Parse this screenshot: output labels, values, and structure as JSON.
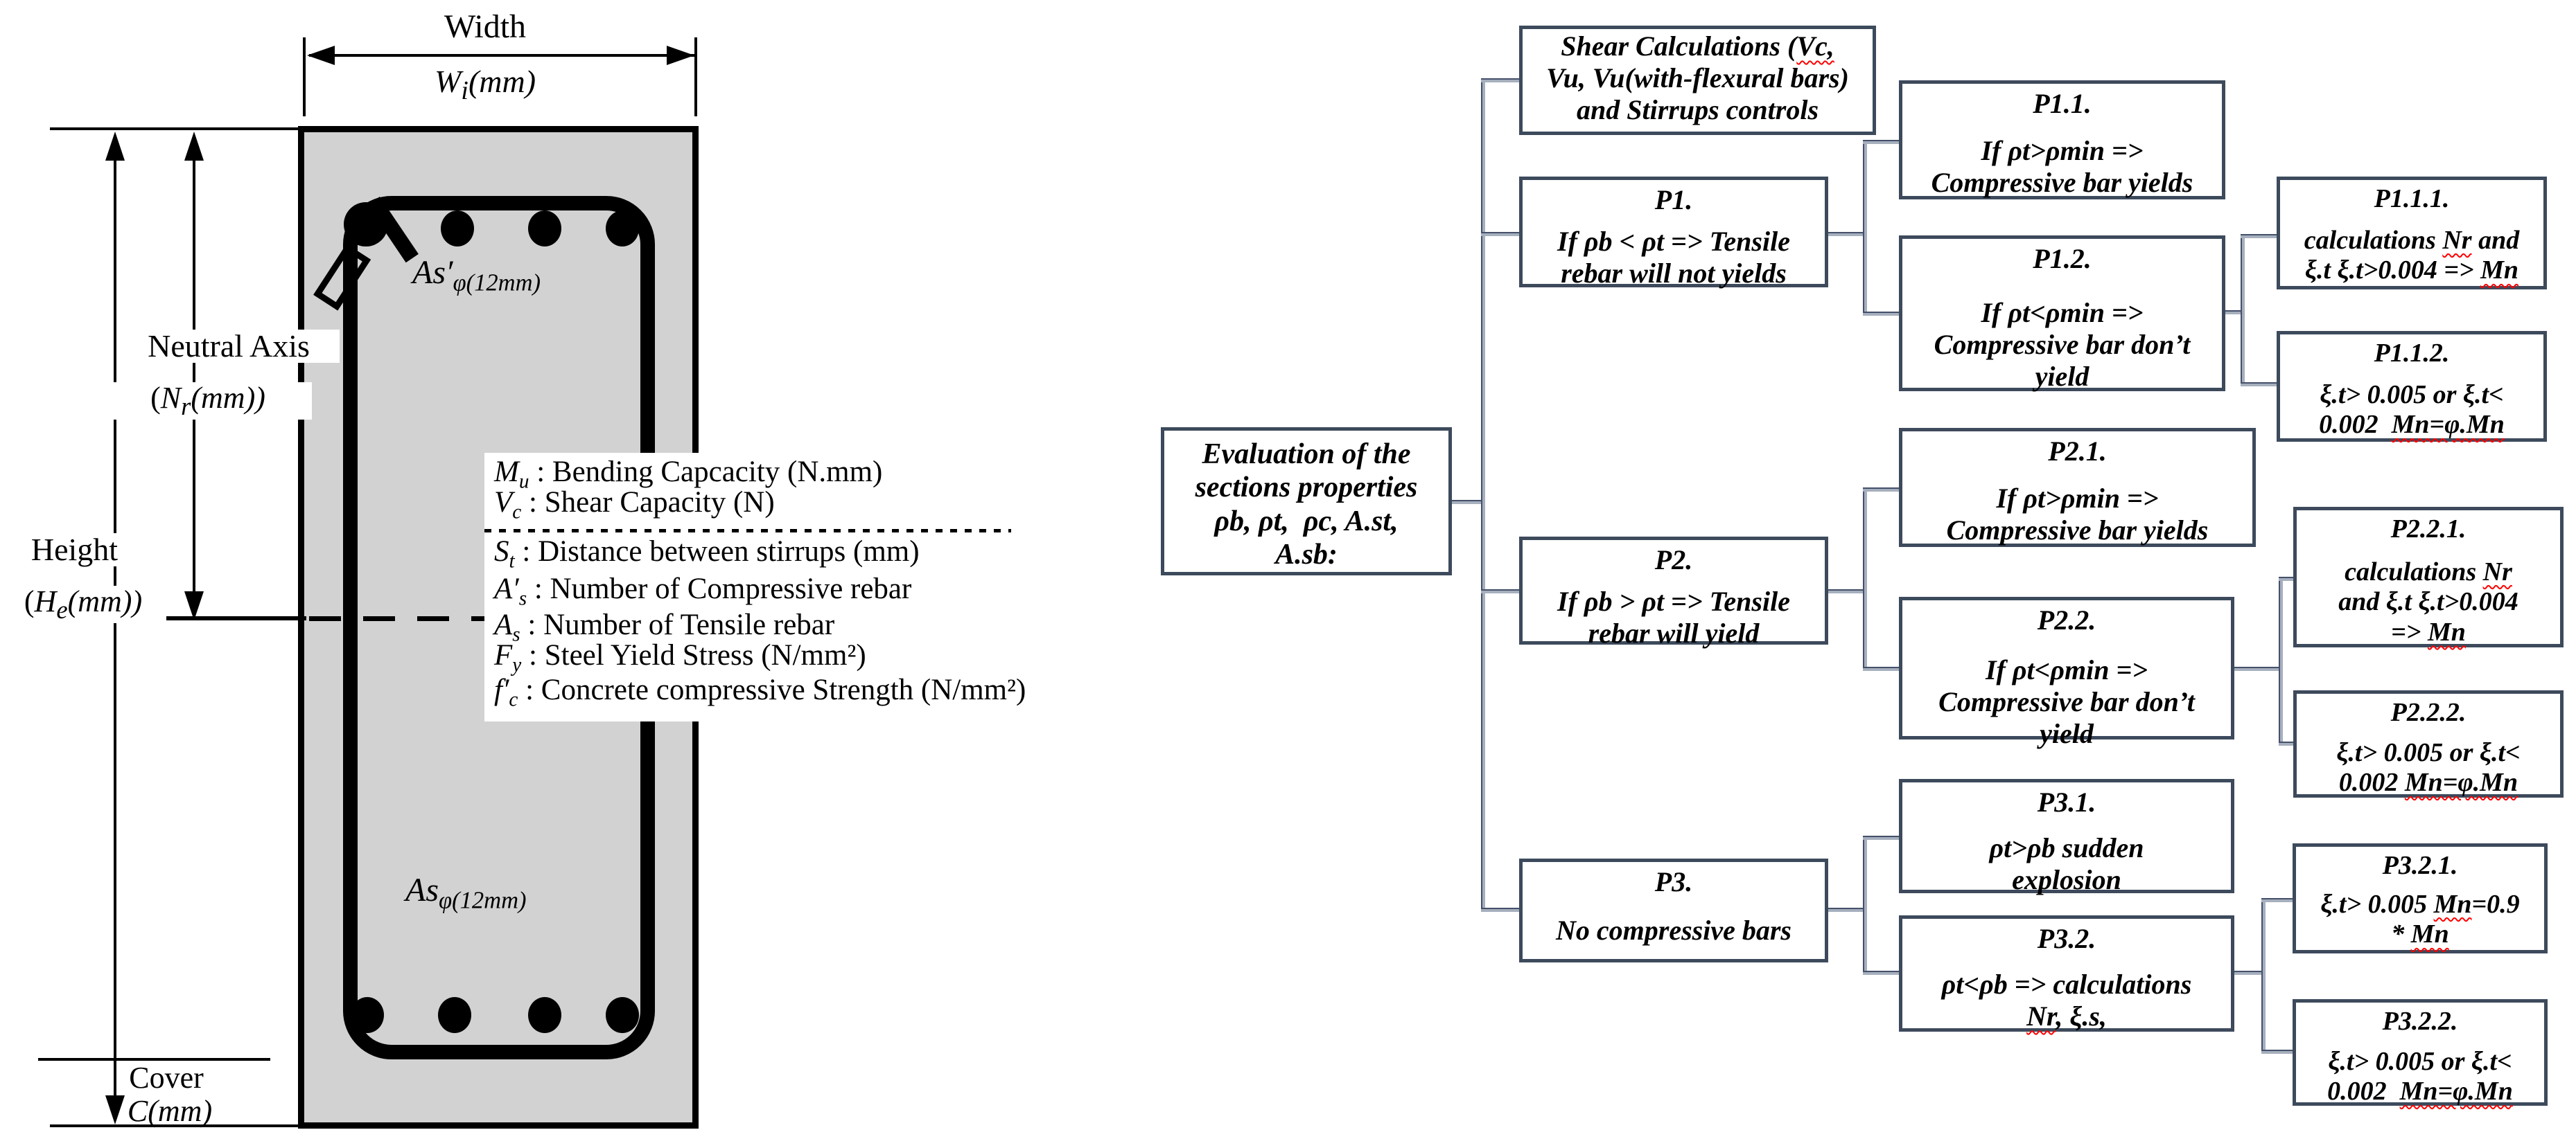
{
  "colors": {
    "concrete": "#d2d2d2",
    "steel": "#000000",
    "box_border": "#3d4a5c",
    "connector": "#44506a",
    "squiggle": "#ff0000"
  },
  "beam": {
    "width": {
      "word": "Width",
      "sym": "W",
      "sub": "i",
      "tail": "(mm)"
    },
    "height": {
      "word": "Height",
      "pre": "(",
      "sym": "H",
      "sub": "e",
      "tail": "(mm))"
    },
    "neutral": {
      "word": "Neutral Axis",
      "pre": "(",
      "sym": "N",
      "sub": "r",
      "tail": "(mm))"
    },
    "cover": {
      "word": "Cover",
      "sym": "C",
      "tail": "(mm)"
    },
    "rebar_top": {
      "sym": "As",
      "prime": "′",
      "sub": "φ(12mm)"
    },
    "rebar_bottom": {
      "sym": "As",
      "sub": "φ(12mm)"
    }
  },
  "legend": {
    "items": [
      {
        "sym": "M",
        "sub": "u",
        "prime": "",
        "text": " : Bending Capcacity (N.mm)"
      },
      {
        "sym": "V",
        "sub": "c",
        "prime": "",
        "text": " : Shear Capacity (N)"
      },
      {
        "sym": "S",
        "sub": "t",
        "prime": "",
        "text": " : Distance between stirrups (mm)"
      },
      {
        "sym": "A",
        "sub": "s",
        "prime": "′",
        "text": " : Number of Compressive rebar"
      },
      {
        "sym": "A",
        "sub": "s",
        "prime": "",
        "text": " : Number of Tensile rebar"
      },
      {
        "sym": "F",
        "sub": "y",
        "prime": "",
        "text": " : Steel Yield Stress (N/mm²)"
      },
      {
        "sym": "f",
        "sub": "c",
        "prime": "′",
        "text": " : Concrete compressive Strength (N/mm²)"
      }
    ]
  },
  "flowchart": {
    "boxes": {
      "root": {
        "lines": [
          "Evaluation of the",
          "sections properties",
          "ρb, ρt,  ρc, A.st,",
          "A.sb:"
        ]
      },
      "shear": {
        "l1a": "Shear Calculations (",
        "l1b": "Vc,",
        "l2": "Vu, Vu(with-flexural bars)",
        "l3": "and Stirrups controls"
      },
      "p1": {
        "title": "P1.",
        "l1": "If ρb < ρt => Tensile",
        "l2": "rebar will not yields"
      },
      "p1_1": {
        "title": "P1.1.",
        "l1": "If ρt>ρmin =>",
        "l2": "Compressive bar yields"
      },
      "p1_2": {
        "title": "P1.2.",
        "l1": "If ρt<ρmin =>",
        "l2": "Compressive bar don’t",
        "l3": "yield"
      },
      "p1_1_1": {
        "title": "P1.1.1.",
        "l1a": "calculations ",
        "l1b": "Nr",
        "l1c": " and",
        "l2a": "ξ.t ξ.t>0.004 => ",
        "l2b": "Mn"
      },
      "p1_1_2": {
        "title": "P1.1.2.",
        "l1": "ξ.t> 0.005 or ξ.t<",
        "l2a": "0.002  ",
        "l2b": "Mn=φ.Mn"
      },
      "p2": {
        "title": "P2.",
        "l1": "If ρb > ρt => Tensile",
        "l2": "rebar will yield"
      },
      "p2_1": {
        "title": "P2.1.",
        "l1": "If ρt>ρmin =>",
        "l2": "Compressive bar yields"
      },
      "p2_2": {
        "title": "P2.2.",
        "l1": "If ρt<ρmin =>",
        "l2": "Compressive bar don’t",
        "l3": "yield"
      },
      "p2_2_1": {
        "title": "P2.2.1.",
        "l1a": "calculations ",
        "l1b": "Nr",
        "l2": "and ξ.t ξ.t>0.004",
        "l3a": "=> ",
        "l3b": "Mn"
      },
      "p2_2_2": {
        "title": "P2.2.2.",
        "l1": "ξ.t> 0.005 or ξ.t<",
        "l2a": "0.002 ",
        "l2b": "Mn=φ.Mn"
      },
      "p3": {
        "title": "P3.",
        "l1": "No compressive bars"
      },
      "p3_1": {
        "title": "P3.1.",
        "l1": "ρt>ρb sudden",
        "l2": "explosion"
      },
      "p3_2": {
        "title": "P3.2.",
        "l1": "ρt<ρb => calculations",
        "l2a": "Nr",
        "l2b": ", ξ.s,"
      },
      "p3_2_1": {
        "title": "P3.2.1.",
        "l1a": "ξ.t> 0.005 ",
        "l1b": "Mn",
        "l1c": "=0.9",
        "l2a": "* ",
        "l2b": "Mn"
      },
      "p3_2_2": {
        "title": "P3.2.2.",
        "l1": "ξ.t> 0.005 or ξ.t<",
        "l2a": "0.002  ",
        "l2b": "Mn=φ.Mn"
      }
    }
  }
}
